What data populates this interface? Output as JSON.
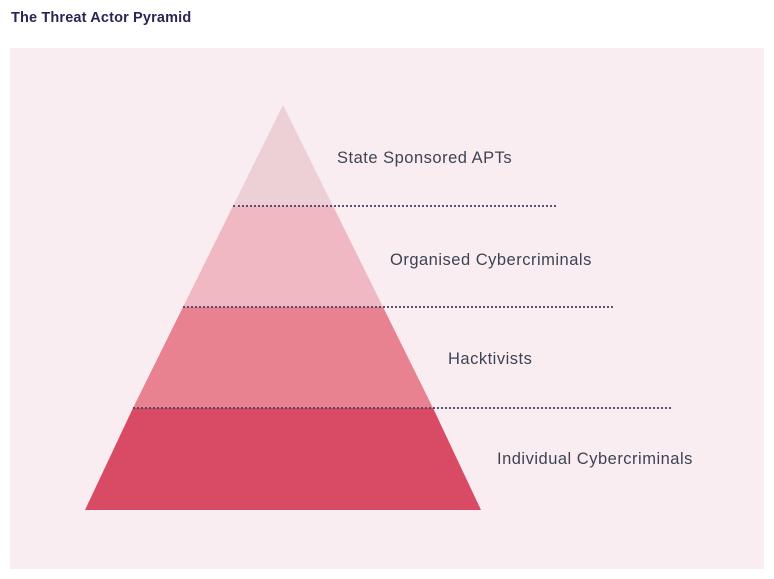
{
  "header": {
    "title": "The Threat Actor Pyramid"
  },
  "chart_data": {
    "type": "pyramid",
    "title": "The Threat Actor Pyramid",
    "orientation": "apex-top",
    "levels": 4,
    "note": "Four-tier threat actor hierarchy; tier 1 is the narrow apex (fewest, most capable), tier 4 is the wide base (most numerous, least capable). Each tier label is connected to its band by a dotted leader line.",
    "categories": [
      "State Sponsored APTs",
      "Organised Cybercriminals",
      "Hacktivists",
      "Individual Cybercriminals"
    ],
    "tiers": [
      {
        "rank": 1,
        "label": "State Sponsored APTs",
        "color": "#edcfd6",
        "band": "apex"
      },
      {
        "rank": 2,
        "label": "Organised Cybercriminals",
        "color": "#efb8c2",
        "band": "upper-middle"
      },
      {
        "rank": 3,
        "label": "Hacktivists",
        "color": "#e88190",
        "band": "lower-middle"
      },
      {
        "rank": 4,
        "label": "Individual Cybercriminals",
        "color": "#d94a64",
        "band": "base"
      }
    ],
    "colors": {
      "tier1": "#edcfd6",
      "tier2": "#efb8c2",
      "tier3": "#e88190",
      "tier4": "#d94a64",
      "panel_background": "#faedf1",
      "page_background": "#ffffff",
      "title_text": "#2b2456",
      "label_text": "#3c4453",
      "leader_line": "#4d4463"
    },
    "legend": "none",
    "grid": false
  }
}
